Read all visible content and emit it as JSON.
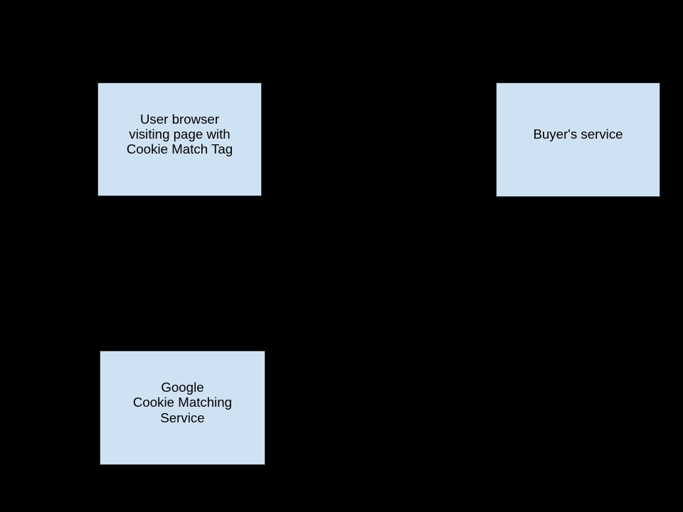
{
  "canvas": {
    "background_color": "#000000"
  },
  "diagram": {
    "type": "flow-diagram",
    "nodes": [
      {
        "id": "user-browser",
        "label": "User browser visiting page with Cookie Match Tag",
        "lines": [
          "User browser",
          "visiting page with",
          "Cookie Match Tag"
        ],
        "fill_color": "#cfe2f3",
        "border_color": "#333333",
        "text_color": "#000000"
      },
      {
        "id": "buyers-service",
        "label": "Buyer's service",
        "lines": [
          "Buyer's service"
        ],
        "fill_color": "#cfe2f3",
        "border_color": "#333333",
        "text_color": "#000000"
      },
      {
        "id": "google-cookie-matching-service",
        "label": "Google Cookie Matching Service",
        "lines": [
          "Google",
          "Cookie Matching",
          "Service"
        ],
        "fill_color": "#cfe2f3",
        "border_color": "#333333",
        "text_color": "#000000"
      }
    ]
  }
}
